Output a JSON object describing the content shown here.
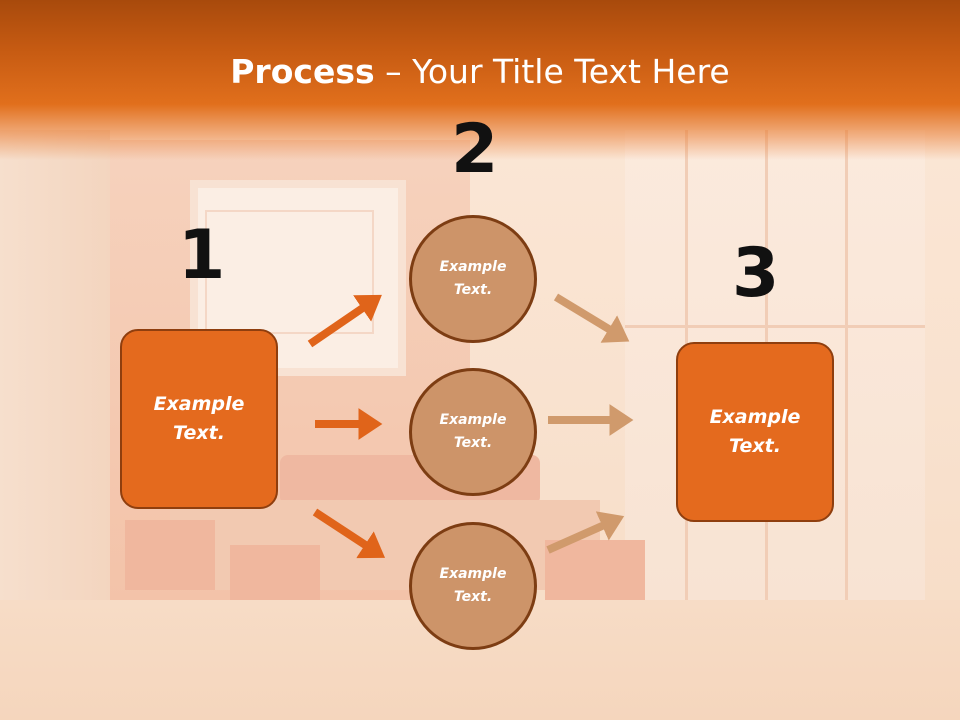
{
  "title": {
    "bold": "Process",
    "rest": " – Your Title Text Here"
  },
  "steps": [
    {
      "number": "1",
      "label": "Example\nText."
    },
    {
      "number": "2"
    },
    {
      "number": "3",
      "label": "Example\nText."
    }
  ],
  "circles": [
    {
      "label": "Example\nText."
    },
    {
      "label": "Example\nText."
    },
    {
      "label": "Example\nText."
    }
  ],
  "colors": {
    "header": "#e16f1c",
    "box_fill": "#e46a1e",
    "circle_fill": "#cd9469",
    "arrow_dark": "#e0641a",
    "arrow_light": "#d09a6c"
  }
}
